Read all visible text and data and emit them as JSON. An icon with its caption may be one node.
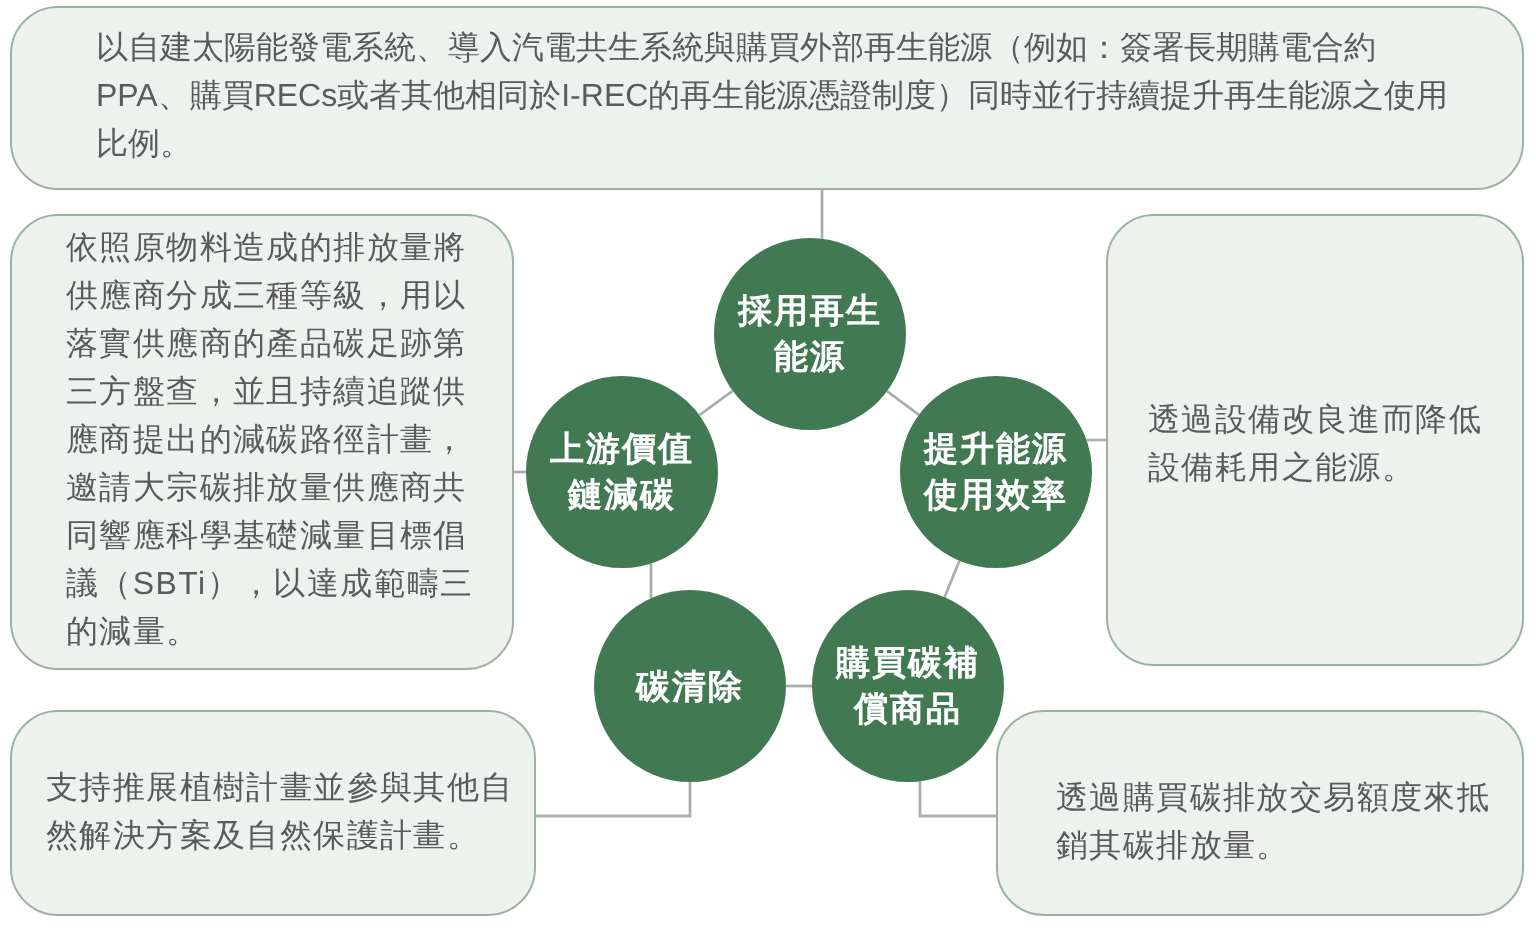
{
  "diagram": {
    "nodes": [
      {
        "text": [
          "以自建太陽能發電系統、導入汽電共生系統與購買外部再生能源（例如：簽署長期購電合約PPA、購買RECs或者其他相同於I-REC的再生能源憑證制度）同時並行持續提升再生能源之使用比例。"
        ]
      },
      {
        "text": [
          "依照原物料造成的排放量將供應商分成三種等級，用以落實供應商的產品碳足跡第三方盤查，並且持續追蹤供應商提出的減碳路徑計畫，邀請大宗碳排放量供應商共同響應科學基礎減量目標倡議（SBTi），以達成範疇三的減量。"
        ]
      },
      {
        "text": [
          "採用再生能源"
        ]
      },
      {
        "text": [
          "上游價值鏈減碳"
        ]
      },
      {
        "text": [
          "提升能源使用效率"
        ]
      },
      {
        "text": [
          "透過設備改良進而降低設備耗用之能源。"
        ]
      },
      {
        "text": [
          "碳清除"
        ]
      },
      {
        "text": [
          "購買碳補償商品"
        ]
      },
      {
        "text": [
          "支持推展植樹計畫並參與其他自然解決方案及自然保護計畫。"
        ]
      },
      {
        "text": [
          "透過購買碳排放交易額度來抵銷其碳排放量。"
        ]
      }
    ],
    "edges": [
      {
        "from": 0,
        "to": 2,
        "arrow": "none"
      },
      {
        "from": 1,
        "to": 3,
        "arrow": "none"
      },
      {
        "from": 4,
        "to": 5,
        "arrow": "none"
      },
      {
        "from": 8,
        "to": 6,
        "arrow": "none"
      },
      {
        "from": 7,
        "to": 9,
        "arrow": "none"
      },
      {
        "from": 2,
        "to": 3,
        "arrow": "none"
      },
      {
        "from": 2,
        "to": 4,
        "arrow": "none"
      },
      {
        "from": 4,
        "to": 7,
        "arrow": "none"
      },
      {
        "from": 6,
        "to": 7,
        "arrow": "none"
      },
      {
        "from": 3,
        "to": 6,
        "arrow": "none"
      }
    ]
  }
}
